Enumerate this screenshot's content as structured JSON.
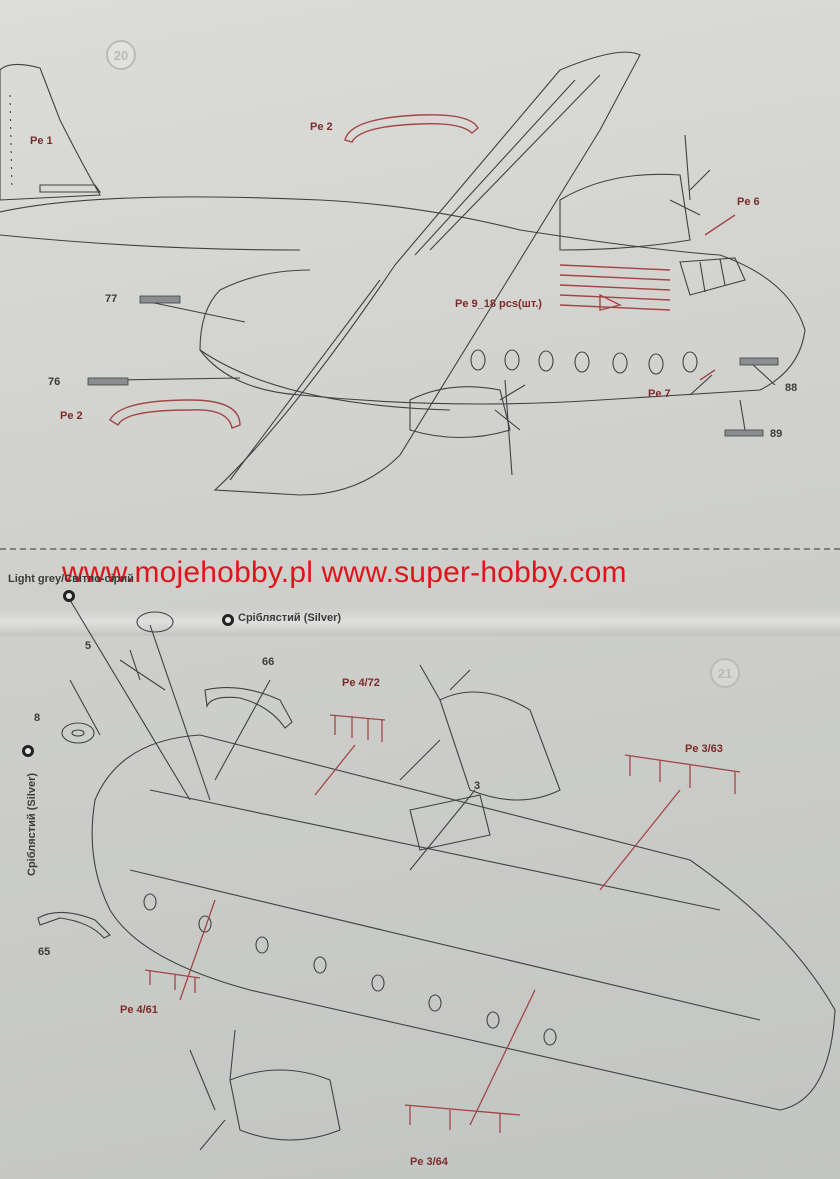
{
  "step20": {
    "number": "20",
    "labels": {
      "pe1": "Pe 1",
      "pe2_top": "Pe 2",
      "pe2_bottom": "Pe 2",
      "pe6": "Pe 6",
      "pe7": "Pe 7",
      "pe9_18": "Pe 9_18 pcs(шт.)",
      "p77": "77",
      "p76": "76",
      "p88": "88",
      "p89": "89"
    }
  },
  "watermark": "www.mojehobby.pl www.super-hobby.com",
  "step21": {
    "number": "21",
    "paint_light_grey": "Light grey/Світло-сірий",
    "paint_silver": "Сріблястий (Silver)",
    "paint_silver_vertical": "Сріблястий (Silver)",
    "labels": {
      "p5": "5",
      "p8": "8",
      "p3": "3",
      "p65": "65",
      "p66": "66",
      "pe4_72": "Pe 4/72",
      "pe3_63": "Pe 3/63",
      "pe4_61": "Pe 4/61",
      "pe3_64": "Pe 3/64"
    }
  }
}
